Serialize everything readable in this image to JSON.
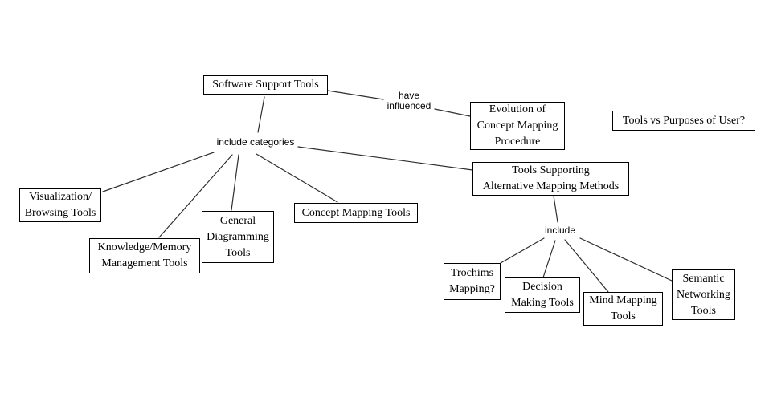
{
  "diagram_type": "concept-map",
  "colors": {
    "background": "#ffffff",
    "node_fill": "#ffffff",
    "node_border": "#000000",
    "node_text": "#000000",
    "link_line": "#2e2e2e",
    "link_label_text": "#000000"
  },
  "nodes": {
    "software": {
      "label": "Software Support Tools"
    },
    "evolution": {
      "label": "Evolution of\nConcept Mapping\nProcedure"
    },
    "tools_vs_purposes": {
      "label": "Tools vs Purposes of User?"
    },
    "visualization": {
      "label": "Visualization/\nBrowsing Tools"
    },
    "knowledge": {
      "label": "Knowledge/Memory\nManagement Tools"
    },
    "general": {
      "label": "General\nDiagramming\nTools"
    },
    "concept": {
      "label": "Concept Mapping Tools"
    },
    "supporting": {
      "label": "Tools Supporting\nAlternative Mapping Methods"
    },
    "trochims": {
      "label": "Trochims\nMapping?"
    },
    "decision": {
      "label": "Decision\nMaking Tools"
    },
    "mind": {
      "label": "Mind Mapping\nTools"
    },
    "semantic": {
      "label": "Semantic\nNetworking\nTools"
    }
  },
  "link_labels": {
    "have_influenced": {
      "label": "have\ninfluenced"
    },
    "include_categories": {
      "label": "include categories"
    },
    "include": {
      "label": "include"
    }
  },
  "edges": [
    {
      "from": "Software Support Tools",
      "label": "have influenced",
      "to": "Evolution of Concept Mapping Procedure"
    },
    {
      "from": "Software Support Tools",
      "label": "include categories",
      "to": "Visualization/Browsing Tools"
    },
    {
      "from": "Software Support Tools",
      "label": "include categories",
      "to": "Knowledge/Memory Management Tools"
    },
    {
      "from": "Software Support Tools",
      "label": "include categories",
      "to": "General Diagramming Tools"
    },
    {
      "from": "Software Support Tools",
      "label": "include categories",
      "to": "Concept Mapping Tools"
    },
    {
      "from": "Software Support Tools",
      "label": "include categories",
      "to": "Tools Supporting Alternative Mapping Methods"
    },
    {
      "from": "Tools Supporting Alternative Mapping Methods",
      "label": "include",
      "to": "Trochims Mapping?"
    },
    {
      "from": "Tools Supporting Alternative Mapping Methods",
      "label": "include",
      "to": "Decision Making Tools"
    },
    {
      "from": "Tools Supporting Alternative Mapping Methods",
      "label": "include",
      "to": "Mind Mapping Tools"
    },
    {
      "from": "Tools Supporting Alternative Mapping Methods",
      "label": "include",
      "to": "Semantic Networking Tools"
    }
  ]
}
